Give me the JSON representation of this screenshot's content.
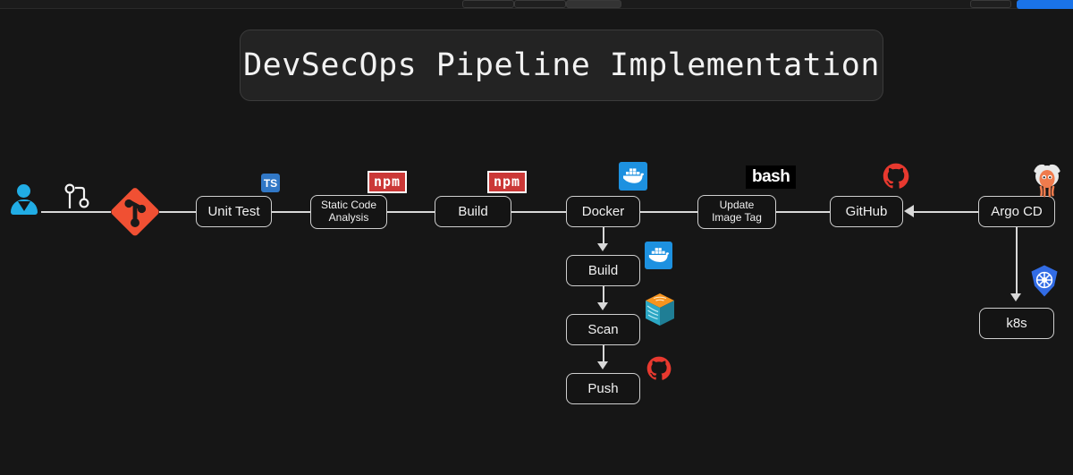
{
  "window": {
    "background_color": "#161616",
    "toolbar": {
      "segments": [
        "segment-1",
        "segment-2",
        "segment-3"
      ],
      "ghost_button": "ghost-button",
      "primary_button": "primary-button",
      "primary_color": "#1a73e8"
    },
    "statusbar": {
      "background_color": "#171717"
    }
  },
  "diagram": {
    "title": "DevSecOps Pipeline Implementation",
    "node_border_color": "#cfcfcf",
    "node_fill_color": "#141414",
    "edge_color": "#d8d8d8",
    "nodes": [
      {
        "id": "unit-test",
        "label": "Unit Test"
      },
      {
        "id": "static-code",
        "label": "Static Code\nAnalysis",
        "line1": "Static Code",
        "line2": "Analysis"
      },
      {
        "id": "build-npm",
        "label": "Build"
      },
      {
        "id": "docker",
        "label": "Docker"
      },
      {
        "id": "update-image-tag",
        "label": "Update\nImage Tag",
        "line1": "Update",
        "line2": "Image Tag"
      },
      {
        "id": "github",
        "label": "GitHub"
      },
      {
        "id": "argocd",
        "label": "Argo CD"
      },
      {
        "id": "docker-build",
        "label": "Build"
      },
      {
        "id": "docker-scan",
        "label": "Scan"
      },
      {
        "id": "docker-push",
        "label": "Push"
      },
      {
        "id": "k8s",
        "label": "k8s"
      }
    ],
    "badges": [
      {
        "id": "ts",
        "label": "TS",
        "attached_to": "unit-test",
        "color": "#3178C6"
      },
      {
        "id": "npm-1",
        "label": "npm",
        "attached_to": "static-code",
        "color": "#CB3837"
      },
      {
        "id": "npm-2",
        "label": "npm",
        "attached_to": "build-npm",
        "color": "#CB3837"
      },
      {
        "id": "docker-1",
        "label": "docker",
        "attached_to": "docker",
        "color": "#1D91E0"
      },
      {
        "id": "bash",
        "label": "bash",
        "attached_to": "update-image-tag",
        "color": "#000000"
      },
      {
        "id": "github-1",
        "label": "github",
        "attached_to": "github",
        "color": "#E8392F"
      },
      {
        "id": "argo",
        "label": "argo",
        "attached_to": "argocd",
        "color": "#EF7B4D"
      },
      {
        "id": "docker-2",
        "label": "docker",
        "attached_to": "docker-build",
        "color": "#1D91E0"
      },
      {
        "id": "trivy",
        "label": "trivy",
        "attached_to": "docker-scan",
        "color": "#F7941E"
      },
      {
        "id": "github-2",
        "label": "github",
        "attached_to": "docker-push",
        "color": "#E8392F"
      },
      {
        "id": "k8s-icon",
        "label": "kubernetes",
        "attached_to": "k8s",
        "color": "#326CE5"
      },
      {
        "id": "git-logo",
        "label": "git",
        "attached_to": "source",
        "color": "#F05033"
      },
      {
        "id": "git-branch",
        "label": "branch",
        "attached_to": "source",
        "color": "#FFFFFF"
      },
      {
        "id": "developer",
        "label": "developer",
        "attached_to": "source",
        "color": "#21ADE5"
      }
    ]
  }
}
